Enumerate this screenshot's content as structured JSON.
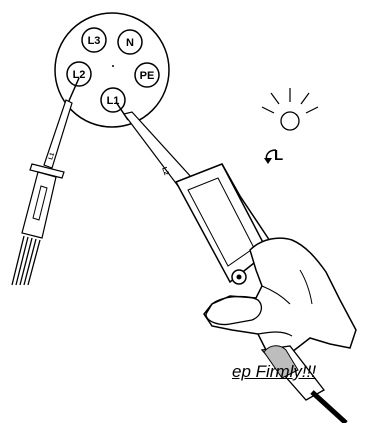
{
  "socket": {
    "terminals": [
      {
        "label": "L3"
      },
      {
        "label": "N"
      },
      {
        "label": "L2"
      },
      {
        "label": "PE"
      },
      {
        "label": "L1"
      }
    ]
  },
  "left_probe": {
    "marking": "L1"
  },
  "right_probe": {
    "marking": "L2"
  },
  "lamp": {
    "indicator_label": "L"
  },
  "caption": {
    "text": "ep Firmly!!!"
  }
}
